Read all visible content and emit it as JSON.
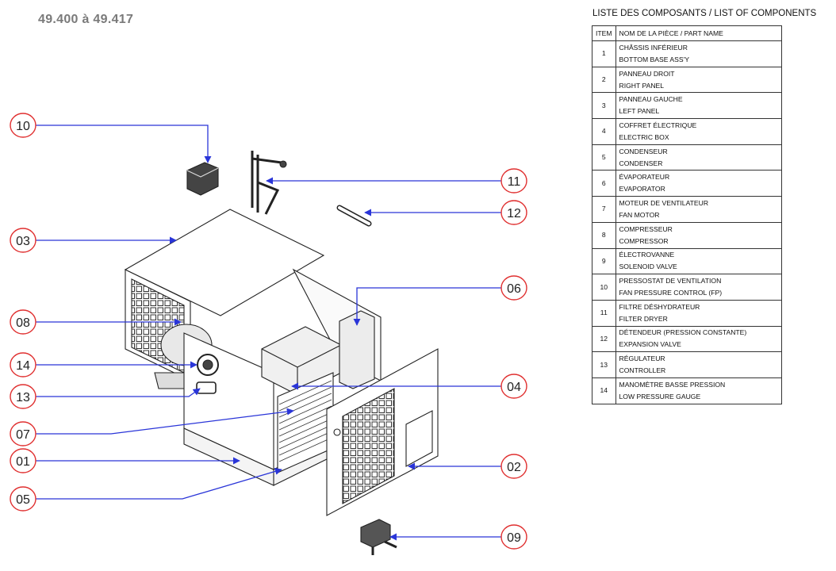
{
  "header": {
    "model_range": "49.400 à 49.417"
  },
  "component_list": {
    "title": "LISTE DES COMPOSANTS / LIST OF COMPONENTS",
    "col_item": "ITEM",
    "col_name": "NOM DE LA PIÈCE / PART NAME",
    "rows": [
      {
        "item": "1",
        "fr": "CHÂSSIS INFÉRIEUR",
        "en": "BOTTOM BASE ASS'Y"
      },
      {
        "item": "2",
        "fr": "PANNEAU DROIT",
        "en": "RIGHT PANEL"
      },
      {
        "item": "3",
        "fr": "PANNEAU GAUCHE",
        "en": "LEFT PANEL"
      },
      {
        "item": "4",
        "fr": "COFFRET ÉLECTRIQUE",
        "en": "ELECTRIC BOX"
      },
      {
        "item": "5",
        "fr": "CONDENSEUR",
        "en": "CONDENSER"
      },
      {
        "item": "6",
        "fr": "ÉVAPORATEUR",
        "en": "EVAPORATOR"
      },
      {
        "item": "7",
        "fr": "MOTEUR DE VENTILATEUR",
        "en": "FAN MOTOR"
      },
      {
        "item": "8",
        "fr": "COMPRESSEUR",
        "en": "COMPRESSOR"
      },
      {
        "item": "9",
        "fr": "ÉLECTROVANNE",
        "en": "SOLENOID VALVE"
      },
      {
        "item": "10",
        "fr": "PRESSOSTAT DE VENTILATION",
        "en": "FAN PRESSURE CONTROL (FP)"
      },
      {
        "item": "11",
        "fr": "FILTRE DÉSHYDRATEUR",
        "en": "FILTER DRYER"
      },
      {
        "item": "12",
        "fr": " DÉTENDEUR (PRESSION CONSTANTE)",
        "en": "EXPANSION VALVE"
      },
      {
        "item": "13",
        "fr": "RÉGULATEUR",
        "en": "CONTROLLER"
      },
      {
        "item": "14",
        "fr": "MANOMÈTRE BASSE PRESSION",
        "en": "LOW PRESSURE GAUGE"
      }
    ]
  },
  "callouts": {
    "c10": "10",
    "c11": "11",
    "c12": "12",
    "c03": "03",
    "c06": "06",
    "c08": "08",
    "c14": "14",
    "c13": "13",
    "c04": "04",
    "c07": "07",
    "c01": "01",
    "c02": "02",
    "c05": "05",
    "c09": "09"
  },
  "colors": {
    "callout_ring": "#e03030",
    "leader": "#2a35d8",
    "drawing": "#222222"
  }
}
